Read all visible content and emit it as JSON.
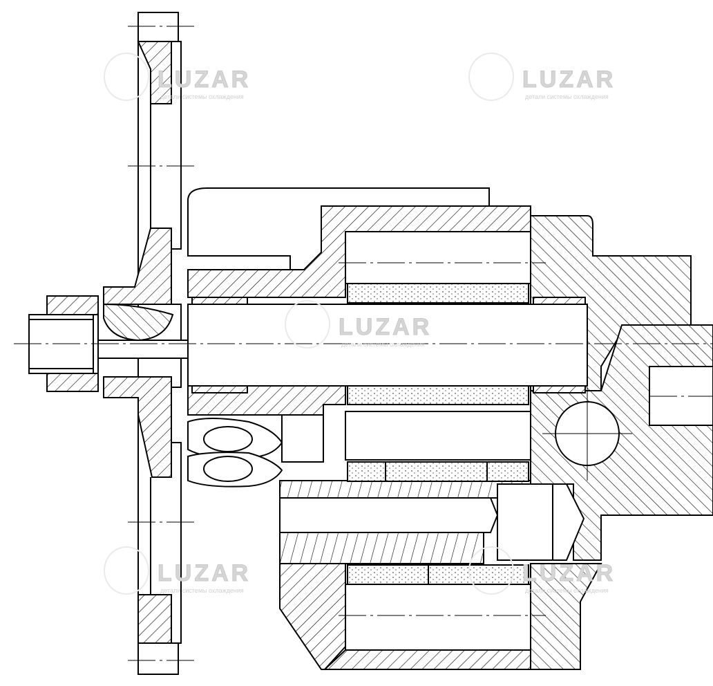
{
  "drawing": {
    "title": "Water pump cross-section",
    "colors": {
      "line": "#000000",
      "background": "#ffffff",
      "watermark": "#e0e0e0"
    }
  },
  "watermark": {
    "brand": "LUZAR",
    "tagline": "детали системы охлаждения"
  }
}
